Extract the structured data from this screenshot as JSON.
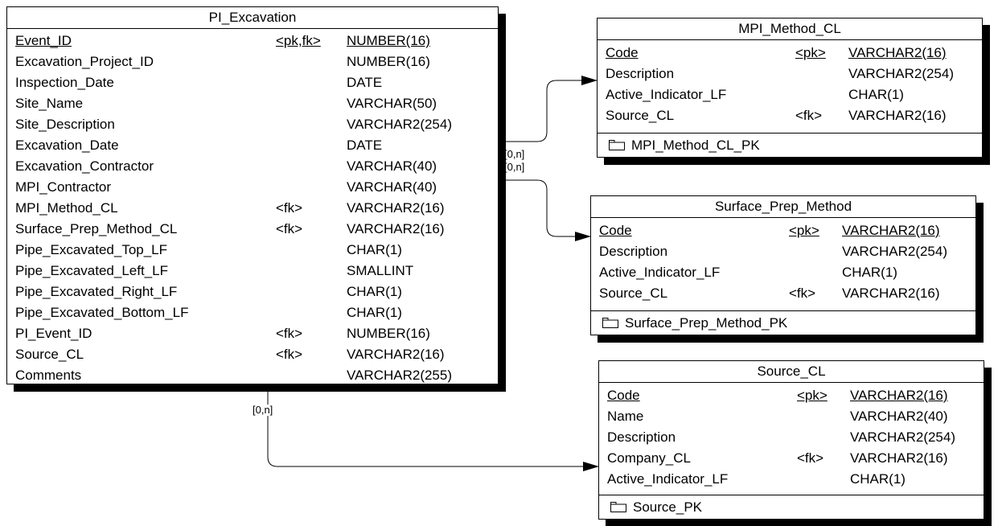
{
  "entities": {
    "pi_excavation": {
      "title": "PI_Excavation",
      "attributes": [
        {
          "name": "Event_ID",
          "key": "<pk,fk>",
          "type": "NUMBER(16)",
          "pk": true
        },
        {
          "name": "Excavation_Project_ID",
          "key": "",
          "type": "NUMBER(16)"
        },
        {
          "name": "Inspection_Date",
          "key": "",
          "type": "DATE"
        },
        {
          "name": "Site_Name",
          "key": "",
          "type": "VARCHAR(50)"
        },
        {
          "name": "Site_Description",
          "key": "",
          "type": "VARCHAR2(254)"
        },
        {
          "name": "Excavation_Date",
          "key": "",
          "type": "DATE"
        },
        {
          "name": "Excavation_Contractor",
          "key": "",
          "type": "VARCHAR(40)"
        },
        {
          "name": "MPI_Contractor",
          "key": "",
          "type": "VARCHAR(40)"
        },
        {
          "name": "MPI_Method_CL",
          "key": "<fk>",
          "type": "VARCHAR2(16)"
        },
        {
          "name": "Surface_Prep_Method_CL",
          "key": "<fk>",
          "type": "VARCHAR2(16)"
        },
        {
          "name": "Pipe_Excavated_Top_LF",
          "key": "",
          "type": "CHAR(1)"
        },
        {
          "name": "Pipe_Excavated_Left_LF",
          "key": "",
          "type": "SMALLINT"
        },
        {
          "name": "Pipe_Excavated_Right_LF",
          "key": "",
          "type": "CHAR(1)"
        },
        {
          "name": "Pipe_Excavated_Bottom_LF",
          "key": "",
          "type": "CHAR(1)"
        },
        {
          "name": "PI_Event_ID",
          "key": "<fk>",
          "type": "NUMBER(16)"
        },
        {
          "name": "Source_CL",
          "key": "<fk>",
          "type": "VARCHAR2(16)"
        },
        {
          "name": "Comments",
          "key": "",
          "type": "VARCHAR2(255)"
        }
      ]
    },
    "mpi_method_cl": {
      "title": "MPI_Method_CL",
      "attributes": [
        {
          "name": "Code",
          "key": "<pk>",
          "type": "VARCHAR2(16)",
          "pk": true
        },
        {
          "name": "Description",
          "key": "",
          "type": "VARCHAR2(254)"
        },
        {
          "name": "Active_Indicator_LF",
          "key": "",
          "type": "CHAR(1)"
        },
        {
          "name": "Source_CL",
          "key": "<fk>",
          "type": "VARCHAR2(16)"
        }
      ],
      "key_name": "MPI_Method_CL_PK"
    },
    "surface_prep_method": {
      "title": "Surface_Prep_Method",
      "attributes": [
        {
          "name": "Code",
          "key": "<pk>",
          "type": "VARCHAR2(16)",
          "pk": true
        },
        {
          "name": "Description",
          "key": "",
          "type": "VARCHAR2(254)"
        },
        {
          "name": "Active_Indicator_LF",
          "key": "",
          "type": "CHAR(1)"
        },
        {
          "name": "Source_CL",
          "key": "<fk>",
          "type": "VARCHAR2(16)"
        }
      ],
      "key_name": "Surface_Prep_Method_PK"
    },
    "source_cl": {
      "title": "Source_CL",
      "attributes": [
        {
          "name": "Code",
          "key": "<pk>",
          "type": "VARCHAR2(16)",
          "pk": true
        },
        {
          "name": "Name",
          "key": "",
          "type": "VARCHAR2(40)"
        },
        {
          "name": "Description",
          "key": "",
          "type": "VARCHAR2(254)"
        },
        {
          "name": "Company_CL",
          "key": "<fk>",
          "type": "VARCHAR2(16)"
        },
        {
          "name": "Active_Indicator_LF",
          "key": "",
          "type": "CHAR(1)"
        }
      ],
      "key_name": "Source_PK"
    }
  },
  "relationships": {
    "mpi_method": {
      "cardinality": "[0,n]"
    },
    "surface_prep": {
      "cardinality": "[0,n]"
    },
    "source": {
      "cardinality": "[0,n]"
    }
  },
  "icons": {
    "key_icon": "folder-key-icon"
  }
}
